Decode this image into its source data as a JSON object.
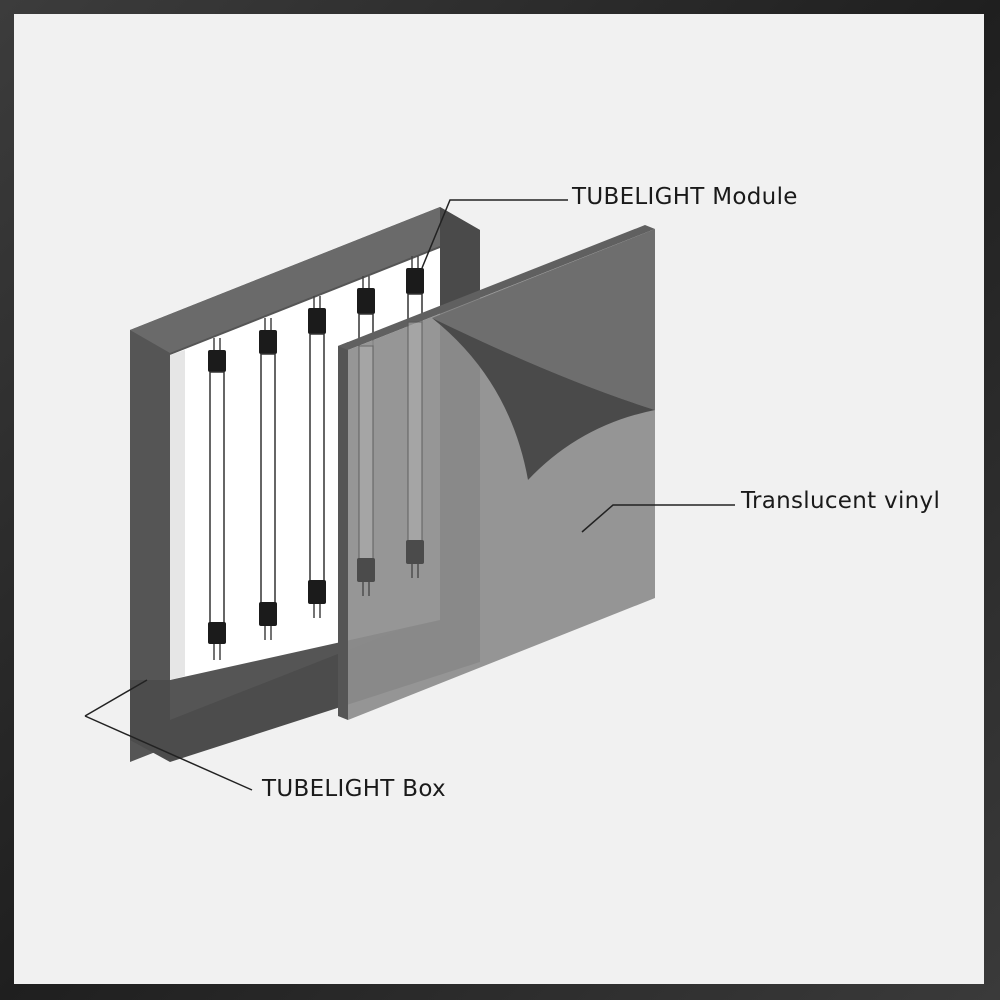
{
  "labels": {
    "module": "TUBELIGHT Module",
    "vinyl": "Translucent vinyl",
    "box": "TUBELIGHT Box"
  },
  "colors": {
    "background": "#f1f1f1",
    "box_front": "#555555",
    "box_side": "#4a4a4a",
    "box_top": "#6a6a6a",
    "interior": "#ffffff",
    "vinyl": "#9a9a9a",
    "vinyl_edge": "#555555",
    "vinyl_peel_dark": "#4a4a4a",
    "vinyl_peel_back": "#6e6e6e",
    "tube_cap": "#1b1b1b",
    "leader_line": "#222222"
  },
  "diagram": {
    "tube_count": 5
  }
}
